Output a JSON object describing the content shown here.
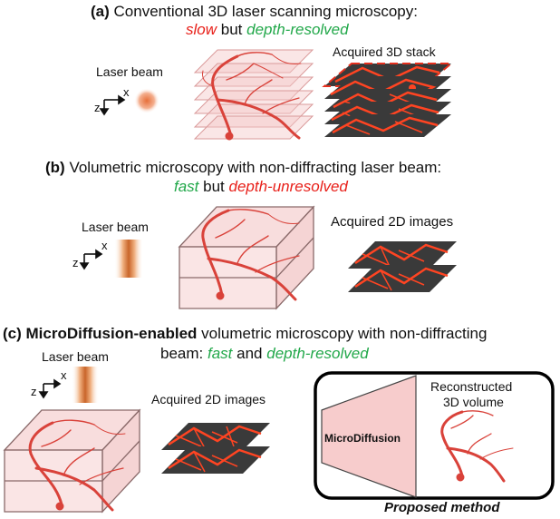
{
  "panel_a": {
    "tag": "(a)",
    "title": "Conventional 3D laser scanning microscopy:",
    "slow": "slow",
    "but": "but",
    "depth_resolved": "depth-resolved",
    "laser_beam": "Laser beam",
    "stack_label": "Acquired 3D stack",
    "axis_x": "x",
    "axis_z": "z"
  },
  "panel_b": {
    "tag": "(b)",
    "title": "Volumetric microscopy with non-diffracting laser beam:",
    "fast": "fast",
    "but": "but",
    "depth_unresolved": "depth-unresolved",
    "laser_beam": "Laser beam",
    "images_label": "Acquired 2D images",
    "axis_x": "x",
    "axis_z": "z"
  },
  "panel_c": {
    "tag": "(c)",
    "title_bold": "MicroDiffusion-enabled",
    "title_rest": "volumetric microscopy with non-diffracting",
    "line2_start": "beam:",
    "fast": "fast",
    "and": "and",
    "depth_resolved": "depth-resolved",
    "laser_beam": "Laser beam",
    "images_label": "Acquired 2D images",
    "model_name": "MicroDiffusion",
    "recon_line1": "Reconstructed",
    "recon_line2": "3D volume",
    "proposed": "Proposed method",
    "axis_x": "x",
    "axis_z": "z"
  },
  "colors": {
    "red_text": "#e8201a",
    "green_text": "#22a84a",
    "vessel": "#e0403a",
    "plate_dark": "#3a3a3a",
    "box_pink": "#f4c6c6"
  }
}
